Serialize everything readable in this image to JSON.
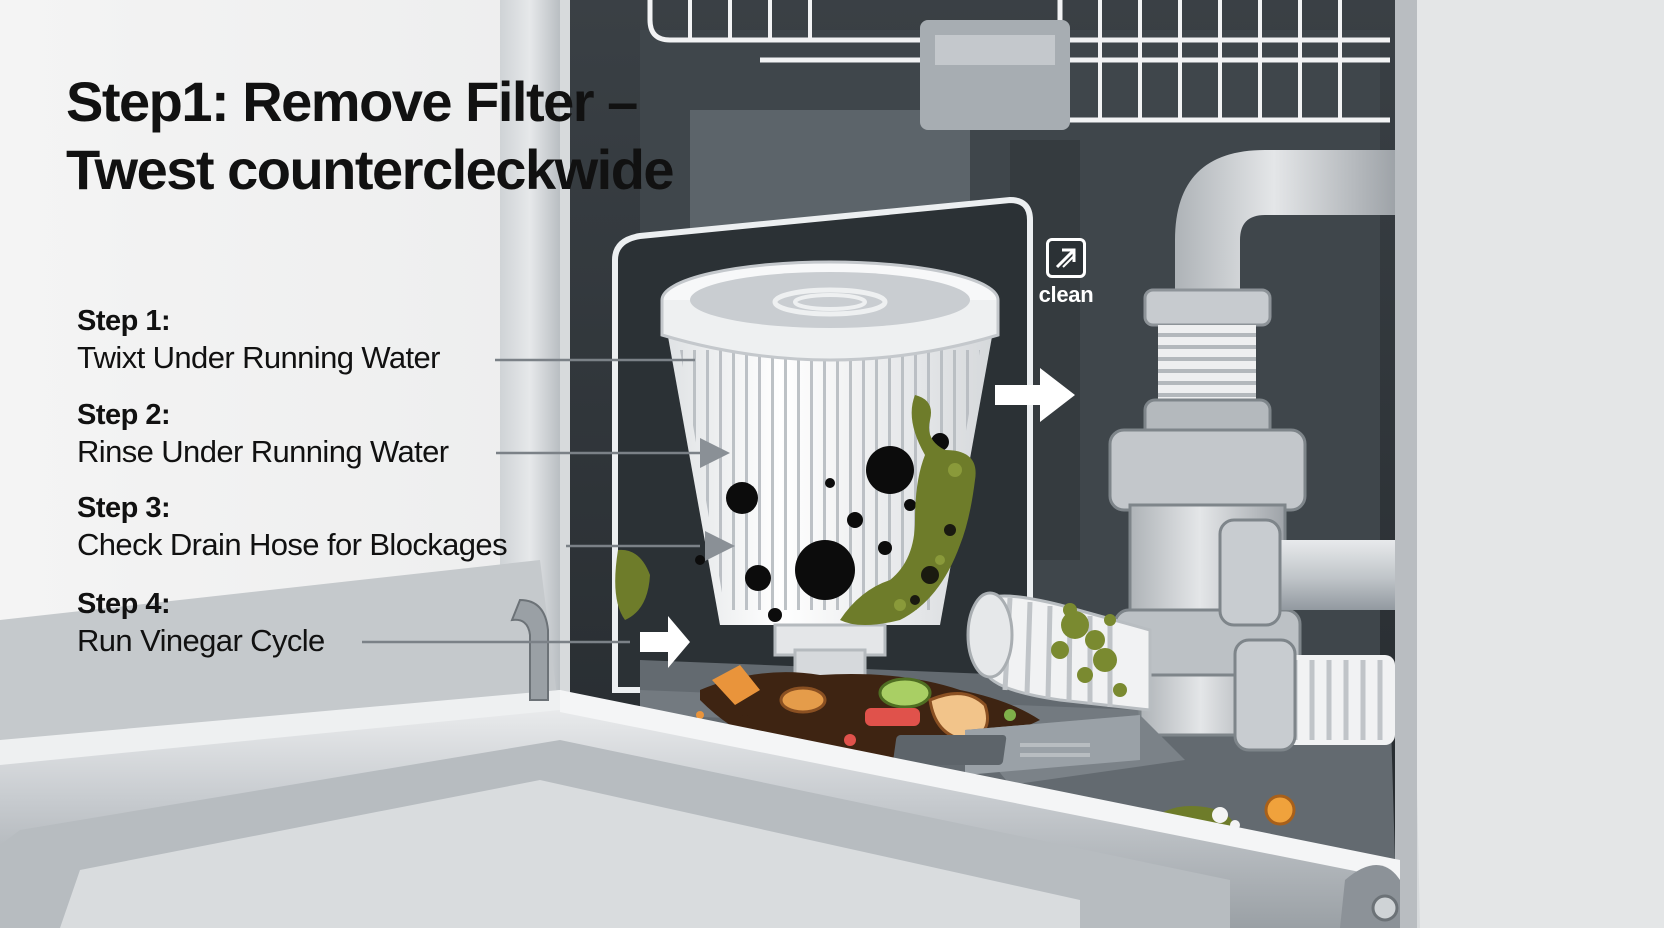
{
  "title": {
    "line1": "Step1: Remove Filter –",
    "line2": "Twest countercleckwide"
  },
  "steps": [
    {
      "label": "Step 1:",
      "text": "Twixt Under Running Water"
    },
    {
      "label": "Step 2:",
      "text": "Rinse Under Running Water"
    },
    {
      "label": "Step 3:",
      "text": "Check Drain Hose for Blockages"
    },
    {
      "label": "Step 4:",
      "text": "Run Vinegar Cycle"
    }
  ],
  "badge": {
    "icon": "arrow-up-right-icon",
    "label": "clean"
  },
  "colors": {
    "background": "#eeeff0",
    "tub_interior": "#2f3539",
    "filter": "#f4f5f6",
    "grime": "#6e7a2c",
    "debris": "#4a2a18",
    "pipe": "#c9cdd0",
    "text": "#111111"
  }
}
